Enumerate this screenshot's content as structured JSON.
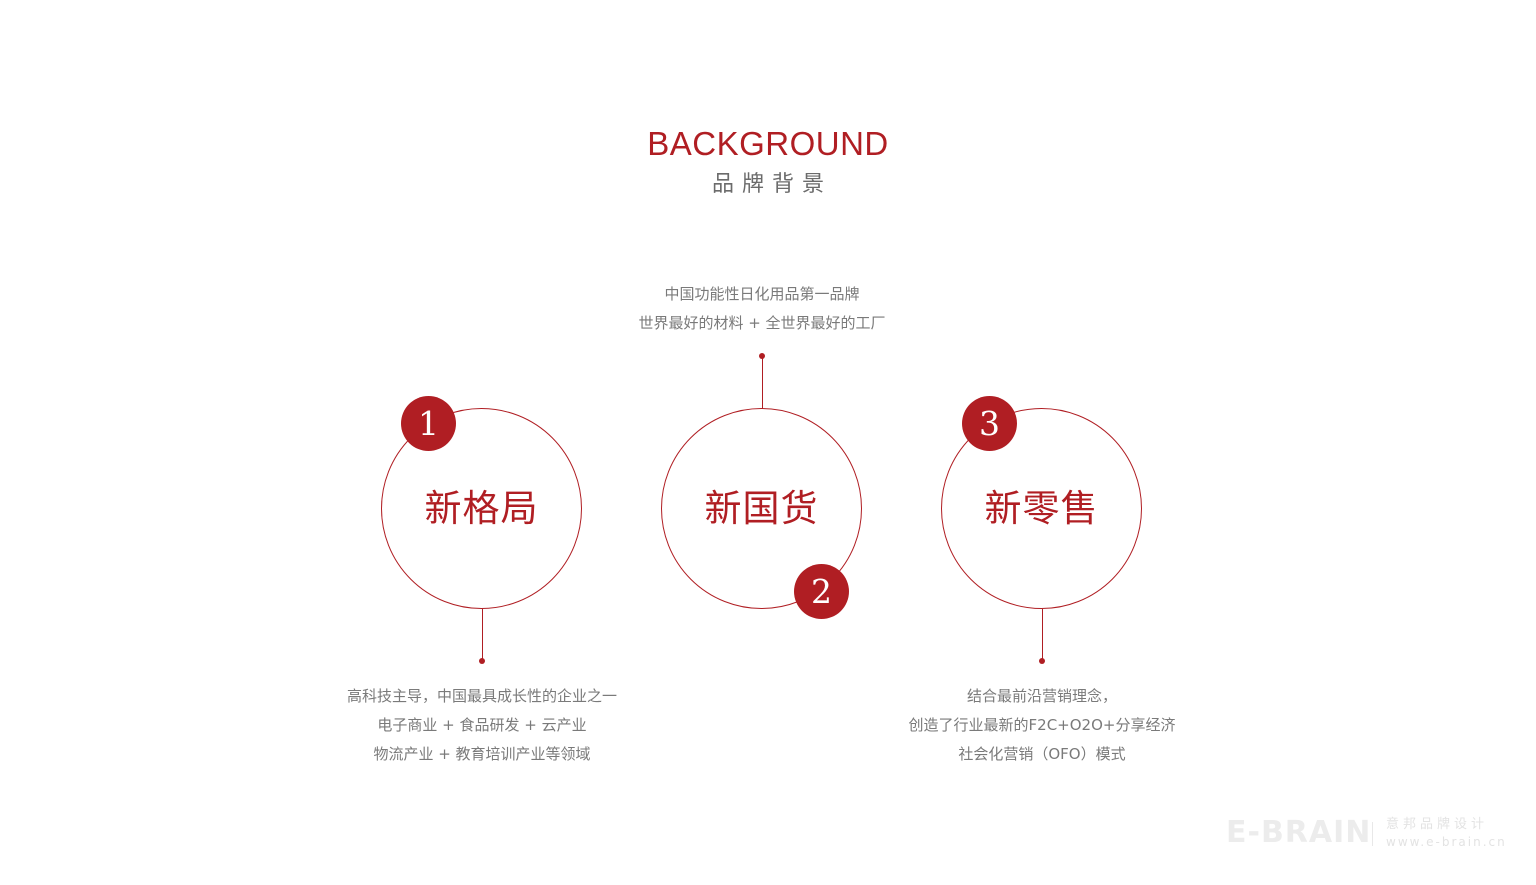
{
  "header": {
    "title_en": "BACKGROUND",
    "title_cn": "品牌背景"
  },
  "colors": {
    "accent": "#b01e23",
    "text_gray": "#7a7a7a",
    "background": "#ffffff"
  },
  "items": [
    {
      "number": "1",
      "label": "新格局",
      "description": [
        "高科技主导，中国最具成长性的企业之一",
        "电子商业 + 食品研发 + 云产业",
        "物流产业 + 教育培训产业等领域"
      ]
    },
    {
      "number": "2",
      "label": "新国货",
      "description": [
        "中国功能性日化用品第一品牌",
        "世界最好的材料 + 全世界最好的工厂"
      ]
    },
    {
      "number": "3",
      "label": "新零售",
      "description": [
        "结合最前沿营销理念，",
        "创造了行业最新的F2C+O2O+分享经济",
        "社会化营销（OFO）模式"
      ]
    }
  ],
  "footer": {
    "logo": "E-BRAIN",
    "brand_cn": "意邦品牌设计",
    "url": "www.e-brain.cn"
  }
}
